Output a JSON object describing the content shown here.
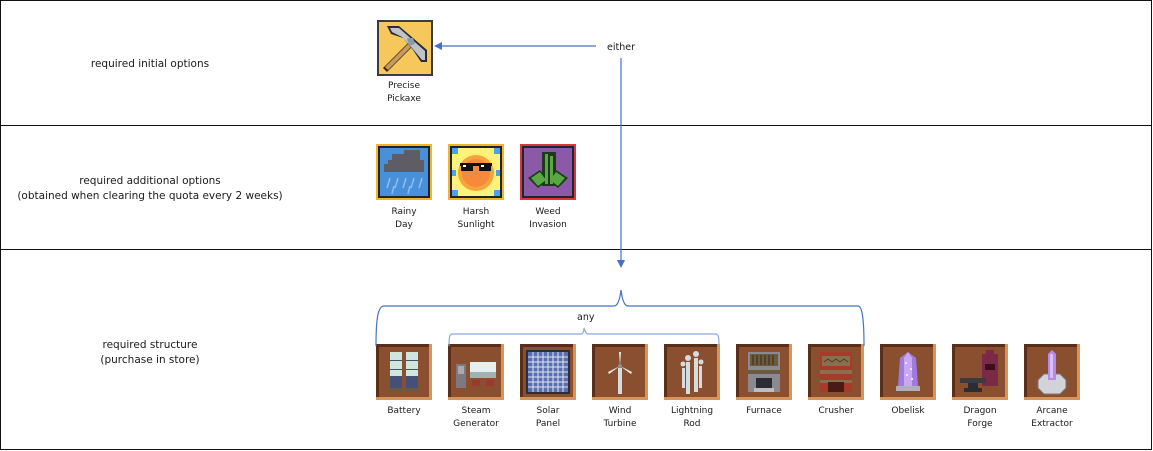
{
  "rows": [
    {
      "id": "initial",
      "label_lines": [
        "required initial options"
      ]
    },
    {
      "id": "additional",
      "label_lines": [
        "required additional options",
        "(obtained when clearing the quota every 2 weeks)"
      ]
    },
    {
      "id": "structure",
      "label_lines": [
        "required structure",
        "(purchase in store)"
      ]
    }
  ],
  "initial_options": [
    {
      "name_lines": [
        "Precise",
        "Pickaxe"
      ],
      "icon": "pickaxe-icon"
    }
  ],
  "additional_options": [
    {
      "name_lines": [
        "Rainy",
        "Day"
      ],
      "icon": "rain-cloud-icon"
    },
    {
      "name_lines": [
        "Harsh",
        "Sunlight"
      ],
      "icon": "sun-sunglasses-icon"
    },
    {
      "name_lines": [
        "Weed",
        "Invasion"
      ],
      "icon": "weed-icon"
    }
  ],
  "structures": [
    {
      "name_lines": [
        "Battery"
      ],
      "icon": "battery-icon"
    },
    {
      "name_lines": [
        "Steam",
        "Generator"
      ],
      "icon": "steam-generator-icon"
    },
    {
      "name_lines": [
        "Solar",
        "Panel"
      ],
      "icon": "solar-panel-icon"
    },
    {
      "name_lines": [
        "Wind",
        "Turbine"
      ],
      "icon": "wind-turbine-icon"
    },
    {
      "name_lines": [
        "Lightning",
        "Rod"
      ],
      "icon": "lightning-rod-icon"
    },
    {
      "name_lines": [
        "Furnace"
      ],
      "icon": "furnace-icon"
    },
    {
      "name_lines": [
        "Crusher"
      ],
      "icon": "crusher-icon"
    },
    {
      "name_lines": [
        "Obelisk"
      ],
      "icon": "obelisk-icon"
    },
    {
      "name_lines": [
        "Dragon",
        "Forge"
      ],
      "icon": "dragon-forge-icon"
    },
    {
      "name_lines": [
        "Arcane",
        "Extractor"
      ],
      "icon": "arcane-extractor-icon"
    }
  ],
  "annotations": {
    "either": "either",
    "any": "any"
  },
  "colors": {
    "connector": "#4472c4",
    "border": "#111111",
    "tile_brown": "#8a4f2e",
    "tile_edge_light": "#d7955a",
    "tile_edge_dark": "#5a2f1a",
    "gold_frame": "#f1b526",
    "red_frame": "#d9363e"
  }
}
